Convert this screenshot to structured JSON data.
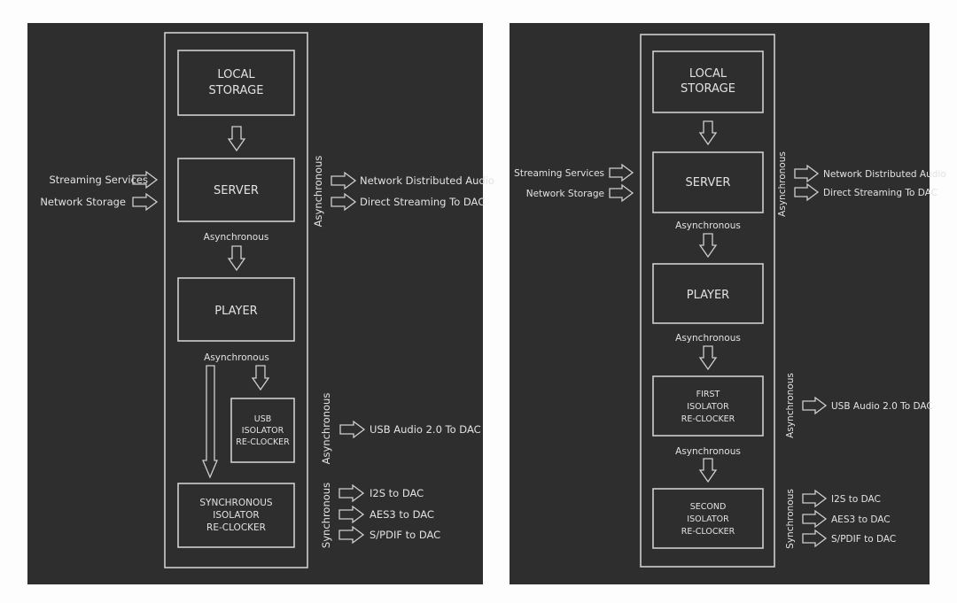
{
  "colors": {
    "background": "#2e2e2e",
    "stroke": "#cfcfcf",
    "text": "#e2e2e2",
    "page": "#fdfdfd"
  },
  "left_diagram": {
    "inputs": [
      "Streaming Services",
      "Network Storage"
    ],
    "blocks": {
      "local_storage": [
        "LOCAL",
        "STORAGE"
      ],
      "server": "SERVER",
      "player": "PLAYER",
      "usb_isolator": [
        "USB",
        "ISOLATOR",
        "RE-CLOCKER"
      ],
      "sync_isolator": [
        "SYNCHRONOUS",
        "ISOLATOR",
        "RE-CLOCKER"
      ]
    },
    "flow_labels": {
      "server_to_player": "Asynchronous",
      "player_out": "Asynchronous"
    },
    "side_labels": {
      "server": "Asynchronous",
      "usb": "Asynchronous",
      "sync": "Synchronous"
    },
    "server_outputs": [
      "Network Distributed Audio",
      "Direct Streaming To DAC"
    ],
    "usb_outputs": [
      "USB Audio 2.0 To DAC"
    ],
    "sync_outputs": [
      "I2S to DAC",
      "AES3 to DAC",
      "S/PDIF to DAC"
    ]
  },
  "right_diagram": {
    "inputs": [
      "Streaming Services",
      "Network Storage"
    ],
    "blocks": {
      "local_storage": [
        "LOCAL",
        "STORAGE"
      ],
      "server": "SERVER",
      "player": "PLAYER",
      "first_isolator": [
        "FIRST",
        "ISOLATOR",
        "RE-CLOCKER"
      ],
      "second_isolator": [
        "SECOND",
        "ISOLATOR",
        "RE-CLOCKER"
      ]
    },
    "flow_labels": {
      "server_to_player": "Asynchronous",
      "player_to_first": "Asynchronous",
      "first_to_second": "Asynchronous"
    },
    "side_labels": {
      "server": "Asynchronous",
      "first": "Asynchronous",
      "second": "Synchronous"
    },
    "server_outputs": [
      "Network Distributed Audio",
      "Direct Streaming To DAC"
    ],
    "first_outputs": [
      "USB Audio 2.0 To DAC"
    ],
    "second_outputs": [
      "I2S to DAC",
      "AES3 to DAC",
      "S/PDIF to DAC"
    ]
  }
}
